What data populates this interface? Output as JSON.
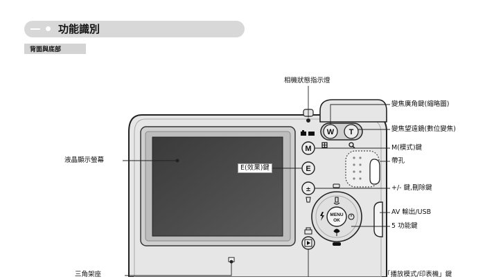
{
  "header": {
    "title": "功能識別",
    "subtitle": "背面與底部"
  },
  "labels": {
    "status_lamp": "相機狀態指示燈",
    "zoom_w": "變焦廣角鍵(縮略圖)",
    "zoom_t": "變焦望遠鏡(數位變焦)",
    "mode": "M(模式)鍵",
    "strap": "帶孔",
    "lcd": "液晶顯示螢幕",
    "effect": "E(效果)鍵",
    "delete": "+/- 鍵,刪除鍵",
    "av_usb": "AV 輸出/USB",
    "five_func": "5 功能鍵",
    "tripod": "三角架座",
    "play_print": "「播放模式/印表機」鍵"
  },
  "buttons": {
    "w": "W",
    "t": "T",
    "m": "M",
    "e": "E",
    "menu_ok_top": "MENU",
    "menu_ok_bottom": "OK"
  },
  "colors": {
    "camera_body": "#e6e6e6",
    "lcd": "#4a4a4a",
    "title_pill": "#d8d8d8"
  }
}
